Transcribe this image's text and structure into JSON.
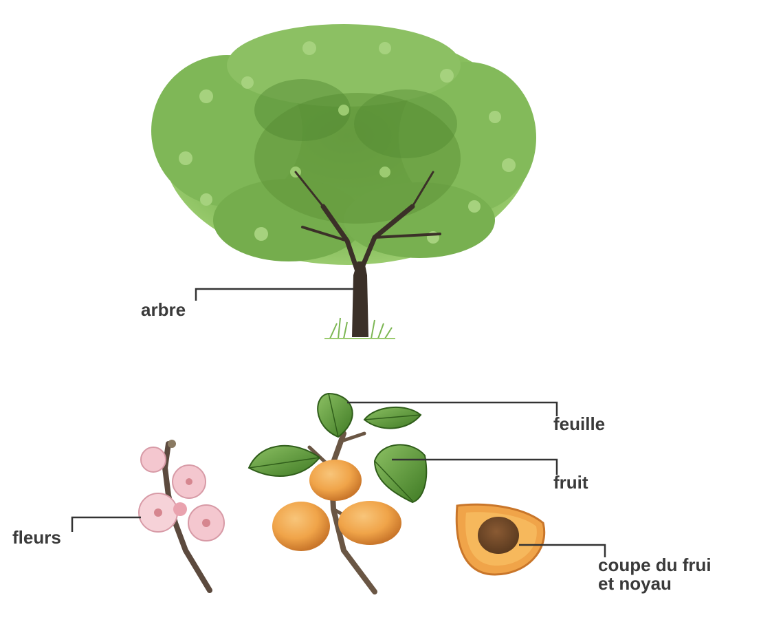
{
  "labels": {
    "arbre": "arbre",
    "feuille": "feuille",
    "fruit": "fruit",
    "fleurs": "fleurs",
    "coupe_line1": "coupe du frui",
    "coupe_line2": "et noyau"
  },
  "colors": {
    "leaf_dark": "#3f7a24",
    "leaf_light": "#8cc063",
    "trunk": "#3b3028",
    "fruit": "#f0a449",
    "fruit_shadow": "#c9762a",
    "pit": "#6b4526",
    "blossom": "#f4c7cf",
    "leader_line": "#333333"
  }
}
